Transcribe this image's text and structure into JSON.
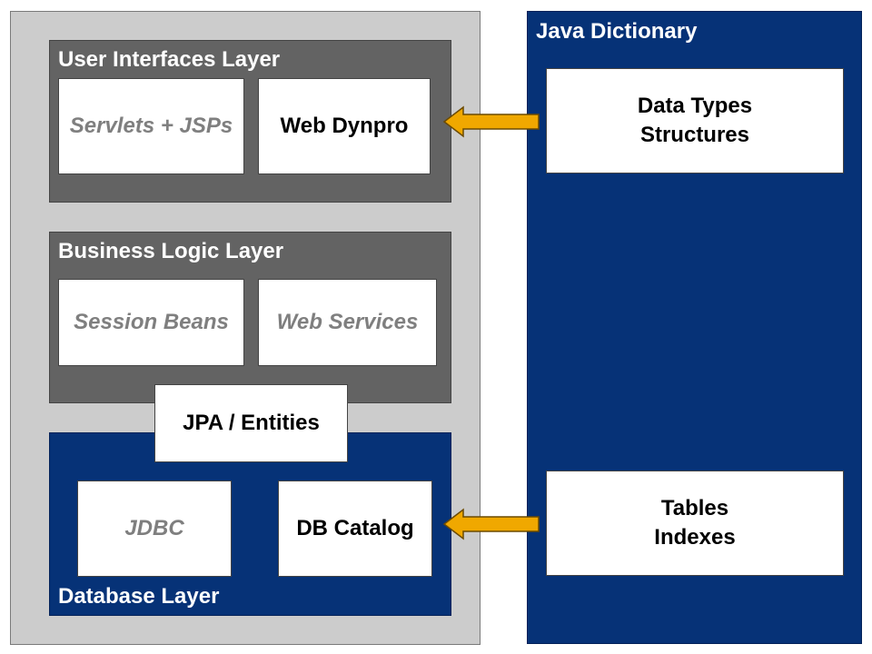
{
  "layers": {
    "ui": {
      "title": "User Interfaces Layer",
      "boxes": [
        "Servlets + JSPs",
        "Web Dynpro"
      ]
    },
    "business": {
      "title": "Business Logic Layer",
      "boxes": [
        "Session Beans",
        "Web Services"
      ]
    },
    "jpa": {
      "label": "JPA / Entities"
    },
    "database": {
      "title": "Database Layer",
      "boxes": [
        "JDBC",
        "DB Catalog"
      ]
    }
  },
  "dictionary": {
    "title": "Java Dictionary",
    "box1": {
      "line1": "Data Types",
      "line2": "Structures"
    },
    "box2": {
      "line1": "Tables",
      "line2": "Indexes"
    }
  },
  "colors": {
    "navy": "#063277",
    "dark_gray": "#636363",
    "light_gray": "#cccccc",
    "arrow": "#f0a800",
    "muted_text": "#7f7f7f"
  }
}
